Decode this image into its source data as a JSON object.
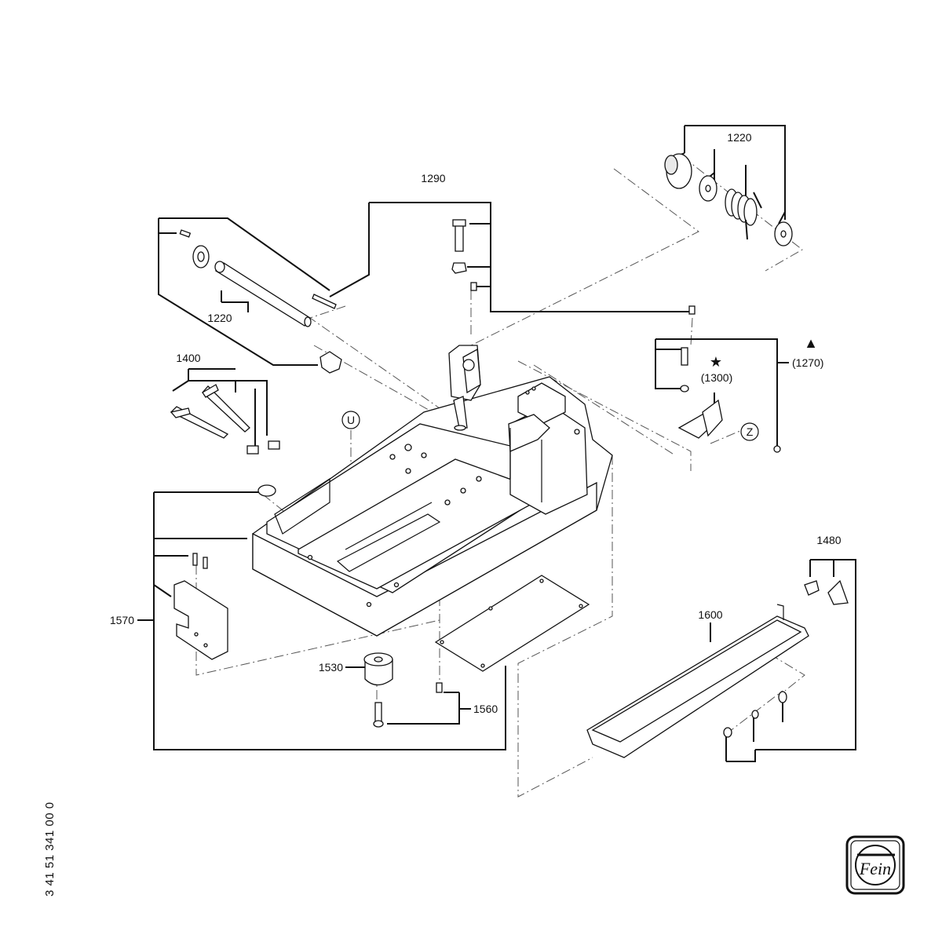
{
  "callouts": {
    "c1220_top": "1220",
    "c1290": "1290",
    "c1220_left": "1220",
    "c1400": "1400",
    "c1270": "(1270)",
    "c1300": "(1300)",
    "c1480": "1480",
    "c1600": "1600",
    "c1570": "1570",
    "c1530": "1530",
    "c1560": "1560"
  },
  "symbols": {
    "star": "★",
    "triangle": "▲",
    "marker_u": "U",
    "marker_z": "Z"
  },
  "document_number": "3 41 51 341 00 0",
  "logo": {
    "text": "Fein",
    "icon": "fein-logo-icon"
  },
  "colors": {
    "ink": "#111111",
    "background": "#ffffff"
  }
}
